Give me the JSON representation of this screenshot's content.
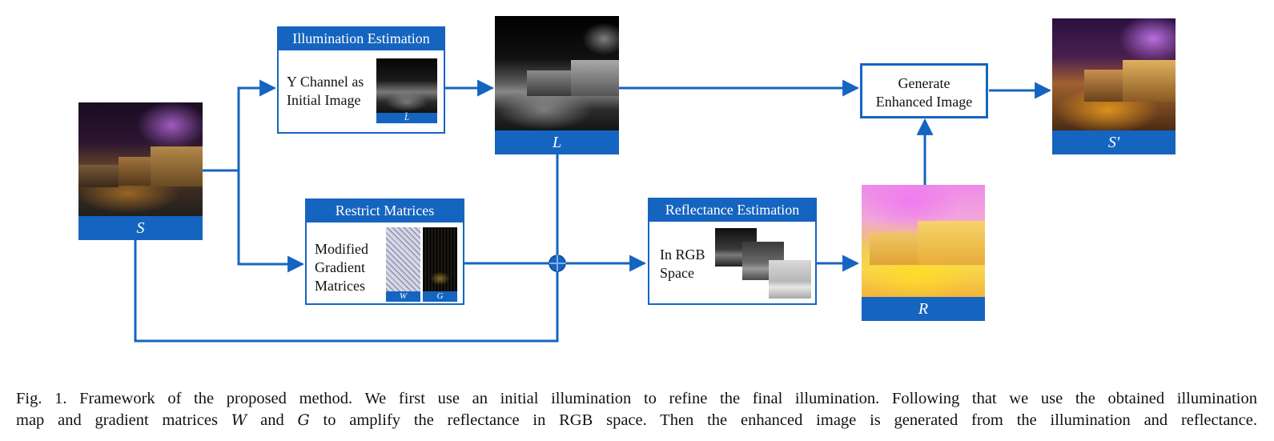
{
  "figure": {
    "s_label": "S",
    "l_label": "L",
    "r_label": "R",
    "s_prime_label": "S'",
    "illumination_box": {
      "title": "Illumination Estimation",
      "line1": "Y Channel as",
      "line2": "Initial Image",
      "thumb_tag": "L̂"
    },
    "restrict_box": {
      "title": "Restrict Matrices",
      "line1": "Modified",
      "line2": "Gradient",
      "line3": "Matrices",
      "w_tag": "W",
      "g_tag": "G"
    },
    "reflectance_box": {
      "title": "Reflectance Estimation",
      "line1": "In RGB",
      "line2": "Space"
    },
    "generate_box": {
      "line1": "Generate",
      "line2": "Enhanced Image"
    },
    "colors": {
      "accent": "#1565c0"
    }
  },
  "caption": {
    "line1": "Fig. 1.  Framework of the proposed method. We first use an initial illumination to refine the final illumination. Following that we use the obtained illumination",
    "line2_a": "map and gradient matrices ",
    "line2_w": "W",
    "line2_b": " and ",
    "line2_g": "G",
    "line2_c": " to amplify the reflectance in RGB space. Then the enhanced image is generated from the illumination and reflectance."
  }
}
